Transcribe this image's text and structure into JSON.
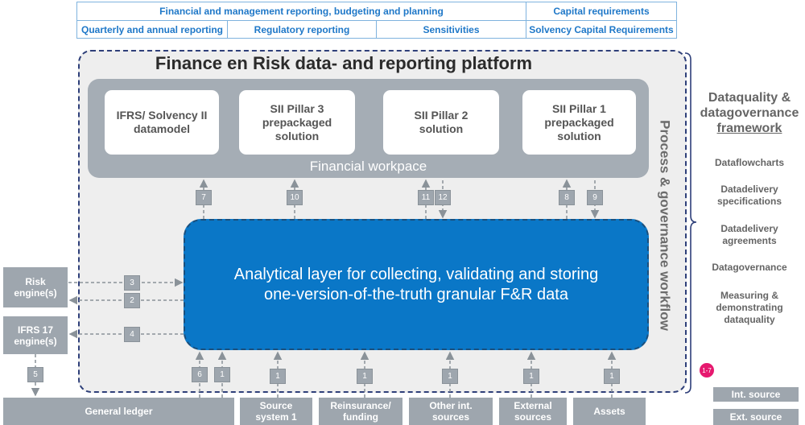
{
  "top_table": {
    "row1": [
      "Financial and management reporting, budgeting and planning",
      "Capital requirements"
    ],
    "row2": [
      "Quarterly and annual reporting",
      "Regulatory reporting",
      "Sensitivities",
      "Solvency Capital Requirements"
    ]
  },
  "platform": {
    "title": "Finance en Risk data- and reporting platform",
    "workspace_label": "Financial workpace",
    "boxes": [
      "IFRS/ Solvency II\ndatamodel",
      "SII Pillar 3\nprepackaged\nsolution",
      "SII Pillar 2\nsolution",
      "SII Pillar 1\nprepackaged\nsolution"
    ],
    "analytical_layer": "Analytical layer for collecting, validating and storing\none-version-of-the-truth granular F&R data",
    "side_label": "Process & governance workflow"
  },
  "connectors": {
    "top": [
      "7",
      "10",
      "11",
      "12",
      "8",
      "9"
    ],
    "left": [
      "3",
      "2",
      "4"
    ],
    "left_bottom": "5",
    "bottom": [
      "6",
      "1",
      "1",
      "1",
      "1",
      "1",
      "1"
    ]
  },
  "engines": [
    "Risk\nengine(s)",
    "IFRS 17\nengine(s)"
  ],
  "sources": [
    "General ledger",
    "Source\nsystem 1",
    "Reinsurance/\nfunding",
    "Other int.\nsources",
    "External\nsources",
    "Assets"
  ],
  "right_panel": {
    "title_line1": "Dataquality &",
    "title_line2": "datagovernance",
    "title_line3": "framework",
    "items": [
      "Dataflowcharts",
      "Datadelivery\nspecifications",
      "Datadelivery\nagreements",
      "Datagovernance",
      "Measuring &\ndemonstrating\ndataquality"
    ]
  },
  "badge": "1-7",
  "legend": [
    "Int. source",
    "Ext. source"
  ]
}
